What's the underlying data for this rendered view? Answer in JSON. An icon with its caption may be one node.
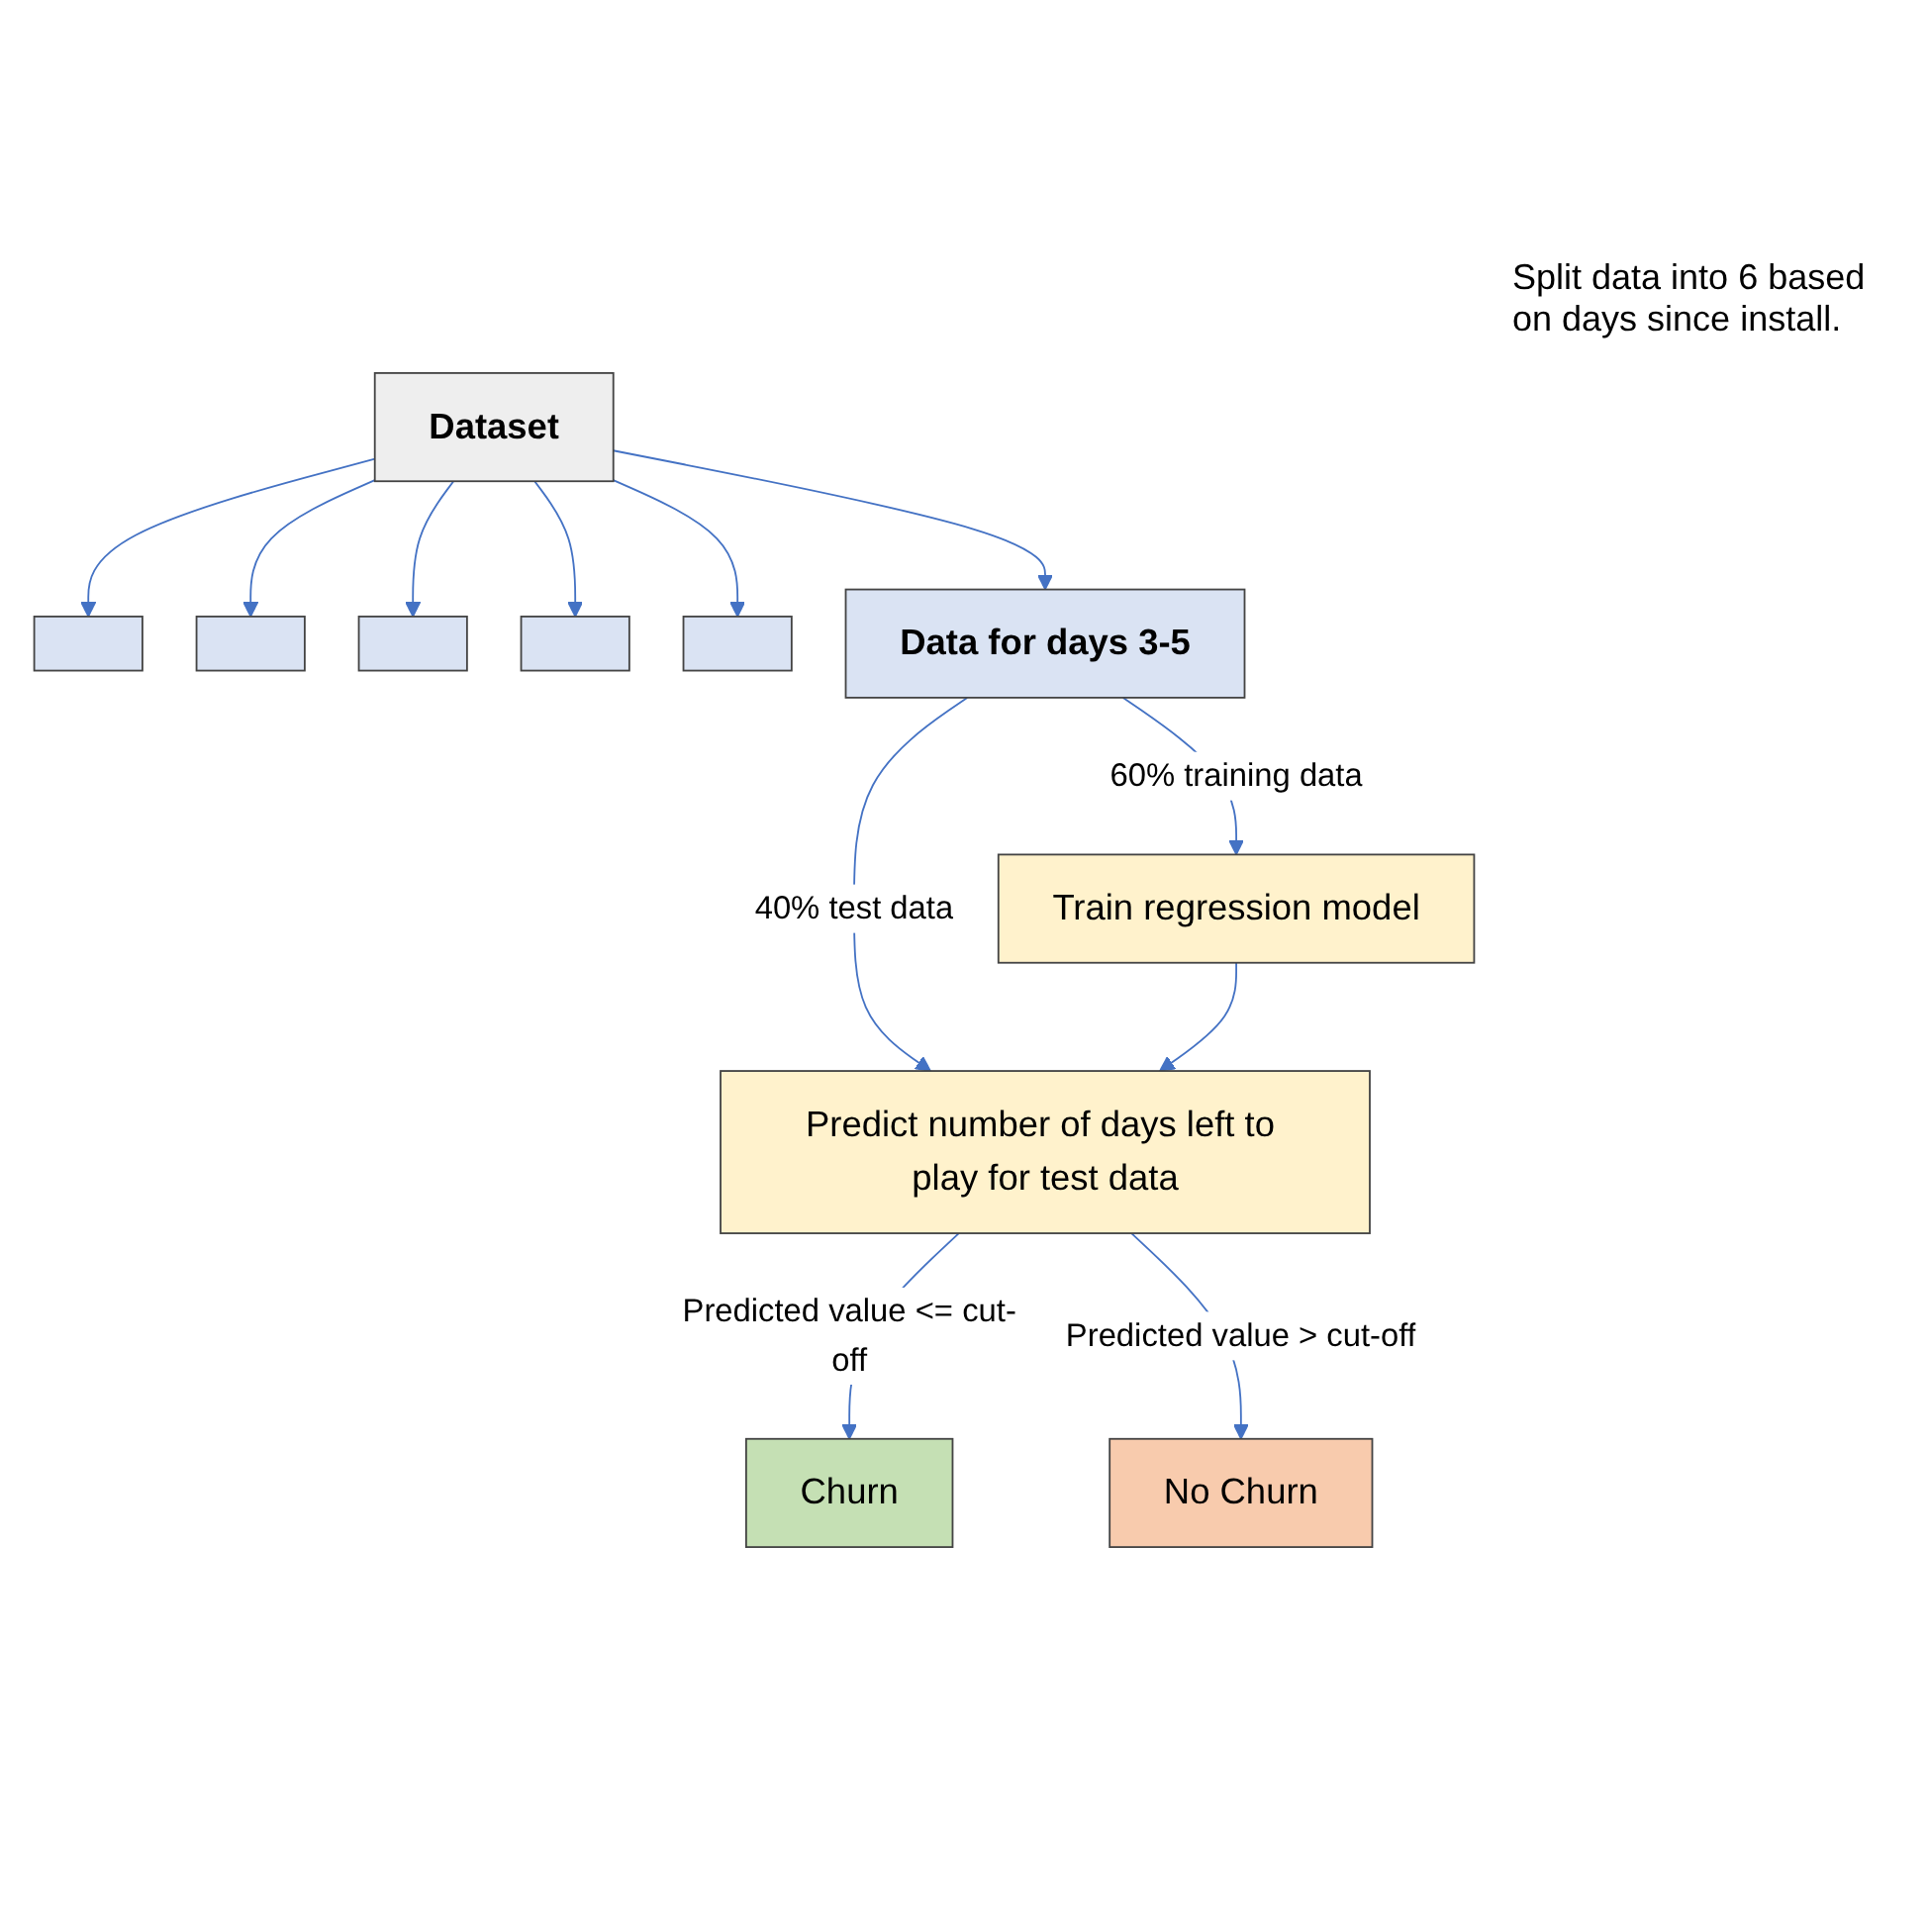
{
  "diagram": {
    "nodes": [
      {
        "text": [
          "Dataset"
        ]
      },
      {
        "text": [],
        "shape": "box"
      },
      {
        "text": [],
        "shape": "box"
      },
      {
        "text": [],
        "shape": "box"
      },
      {
        "text": [],
        "shape": "box"
      },
      {
        "text": [],
        "shape": "box"
      },
      {
        "text": [
          "Data for days 3-5"
        ]
      },
      {
        "text": [
          "Train regression model"
        ]
      },
      {
        "text": [
          "Predict number of days left to play for test data"
        ]
      },
      {
        "text": [
          "Churn"
        ]
      },
      {
        "text": [
          "No Churn"
        ]
      }
    ],
    "edges": [
      {
        "from": 0,
        "to": 1,
        "arrow": "to"
      },
      {
        "from": 0,
        "to": 2,
        "arrow": "to"
      },
      {
        "from": 0,
        "to": 6,
        "arrow": "to"
      },
      {
        "from": 0,
        "to": 3,
        "arrow": "to"
      },
      {
        "from": 0,
        "to": 4,
        "arrow": "to"
      },
      {
        "from": 0,
        "to": 5,
        "arrow": "to"
      },
      {
        "from": 6,
        "to": 7,
        "arrow": "to",
        "label": "60% training data"
      },
      {
        "from": 6,
        "to": 8,
        "arrow": "to",
        "label": "40% test data"
      },
      {
        "from": 7,
        "to": 8,
        "arrow": "to"
      },
      {
        "from": 8,
        "to": 9,
        "arrow": "to",
        "label": "Predicted value <= cut-off"
      },
      {
        "from": 8,
        "to": 10,
        "arrow": "to",
        "label": "Predicted value > cut-off"
      }
    ],
    "labels": [
      "Split data into 6 based on days since install."
    ]
  }
}
